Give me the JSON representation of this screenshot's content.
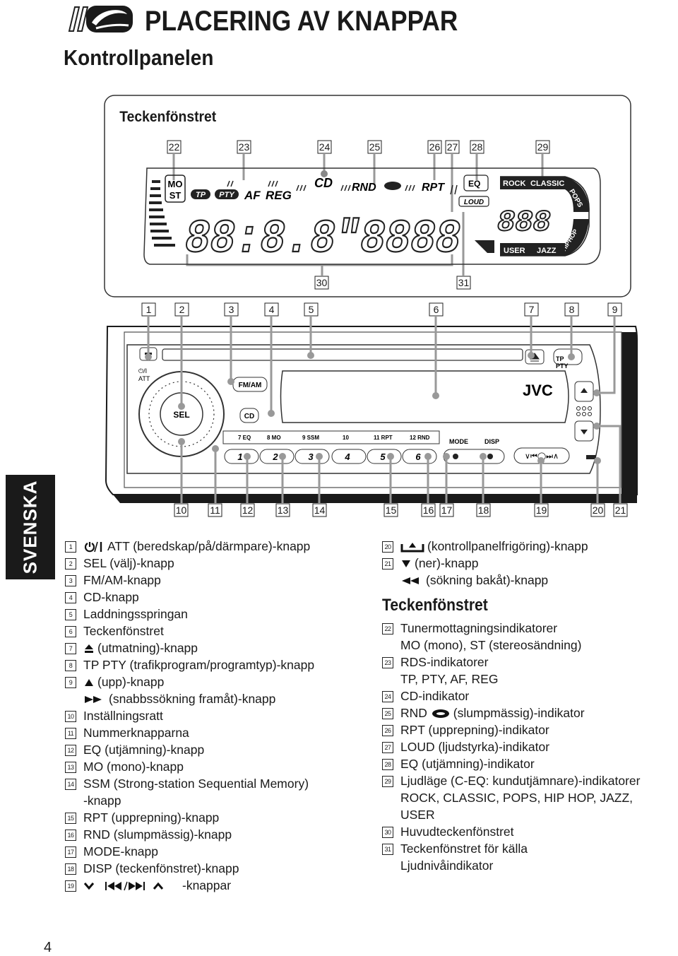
{
  "page_title": "PLACERING AV KNAPPAR",
  "section_title": "Kontrollpanelen",
  "side_tab": "SVENSKA",
  "page_number": "4",
  "display_panel": {
    "title": "Teckenfönstret",
    "callouts_top": [
      "22",
      "23",
      "24",
      "25",
      "26",
      "27",
      "28",
      "29"
    ],
    "callouts_bottom": [
      "30",
      "31"
    ],
    "indicators": {
      "mo": "MO",
      "st": "ST",
      "tp": "TP",
      "pty": "PTY",
      "af": "AF",
      "reg": "REG",
      "cd": "CD",
      "rnd": "RND",
      "rpt": "RPT",
      "eq": "EQ",
      "loud": "LOUD",
      "rock": "ROCK",
      "classic": "CLASSIC",
      "pops": "POPS",
      "hiphop": "HIPHOP",
      "user": "USER",
      "jazz": "JAZZ"
    },
    "main_digits": "88:8.8\"8888",
    "level_digits": "888"
  },
  "unit": {
    "callouts_top": [
      "1",
      "2",
      "3",
      "4",
      "5",
      "6",
      "7",
      "8",
      "9"
    ],
    "callouts_bottom": [
      "10",
      "11",
      "12",
      "13",
      "14",
      "15",
      "16",
      "17",
      "18",
      "19",
      "20",
      "21"
    ],
    "labels": {
      "power": "⏻/I",
      "att": "ATT",
      "sel": "SEL",
      "fm_am": "FM/AM",
      "cd": "CD",
      "tp": "TP",
      "pty": "PTY",
      "brand": "JVC",
      "mode": "MODE",
      "disp": "DISP",
      "preset_functions": [
        "7 EQ",
        "8 MO",
        "9 SSM",
        "10",
        "11 RPT",
        "12 RND"
      ],
      "preset_numbers": [
        "1",
        "2",
        "3",
        "4",
        "5",
        "6"
      ]
    }
  },
  "list_left": [
    {
      "num": "1",
      "sym": "power",
      "text": "ATT (beredskap/på/därmpare)-knapp"
    },
    {
      "num": "2",
      "text": "SEL (välj)-knapp"
    },
    {
      "num": "3",
      "text": "FM/AM-knapp"
    },
    {
      "num": "4",
      "text": "CD-knapp"
    },
    {
      "num": "5",
      "text": "Laddningsspringan"
    },
    {
      "num": "6",
      "text": "Teckenfönstret"
    },
    {
      "num": "7",
      "sym": "eject",
      "text": "(utmatning)-knapp"
    },
    {
      "num": "8",
      "text": "TP PTY (trafikprogram/programtyp)-knapp"
    },
    {
      "num": "9",
      "sym": "up",
      "text": "(upp)-knapp"
    },
    {
      "cont": true,
      "sym": "ff",
      "text": "(snabbssökning framåt)-knapp"
    },
    {
      "num": "10",
      "text": "Inställningsratt"
    },
    {
      "num": "11",
      "text": "Nummerknapparna"
    },
    {
      "num": "12",
      "text": "EQ (utjämning)-knapp"
    },
    {
      "num": "13",
      "text": "MO (mono)-knapp"
    },
    {
      "num": "14",
      "text": "SSM (Strong-station Sequential Memory)"
    },
    {
      "cont": true,
      "text": "-knapp"
    },
    {
      "num": "15",
      "text": "RPT (upprepning)-knapp"
    },
    {
      "num": "16",
      "text": "RND (slumpmässig)-knapp"
    },
    {
      "num": "17",
      "text": "MODE-knapp"
    },
    {
      "num": "18",
      "text": "DISP (teckenfönstret)-knapp"
    },
    {
      "num": "19",
      "sym": "skip",
      "text": "-knappar"
    }
  ],
  "list_right": [
    {
      "num": "20",
      "sym": "release",
      "text": "(kontrollpanelfrigöring)-knapp"
    },
    {
      "num": "21",
      "sym": "down",
      "text": "(ner)-knapp"
    },
    {
      "cont": true,
      "sym": "rew",
      "text": "(sökning bakåt)-knapp"
    }
  ],
  "right_heading": "Teckenfönstret",
  "list_right2": [
    {
      "num": "22",
      "text": "Tunermottagningsindikatorer"
    },
    {
      "cont": true,
      "text": "MO (mono), ST (stereosändning)"
    },
    {
      "num": "23",
      "text": "RDS-indikatorer"
    },
    {
      "cont": true,
      "text": "TP, PTY, AF, REG"
    },
    {
      "num": "24",
      "text": "CD-indikator"
    },
    {
      "num": "25",
      "sym": "rnd_pre",
      "text": "(slumpmässig)-indikator",
      "prefix": "RND"
    },
    {
      "num": "26",
      "text": "RPT (upprepning)-indikator"
    },
    {
      "num": "27",
      "text": "LOUD (ljudstyrka)-indikator"
    },
    {
      "num": "28",
      "text": "EQ (utjämning)-indikator"
    },
    {
      "num": "29",
      "text": "Ljudläge (C-EQ: kundutjämnare)-indikatorer"
    },
    {
      "cont": true,
      "text": "ROCK, CLASSIC, POPS, HIP HOP, JAZZ,"
    },
    {
      "cont": true,
      "text": "USER"
    },
    {
      "num": "30",
      "text": "Huvudteckenfönstret"
    },
    {
      "num": "31",
      "text": "Teckenfönstret för källa"
    },
    {
      "cont": true,
      "text": "Ljudnivåindikator"
    }
  ]
}
